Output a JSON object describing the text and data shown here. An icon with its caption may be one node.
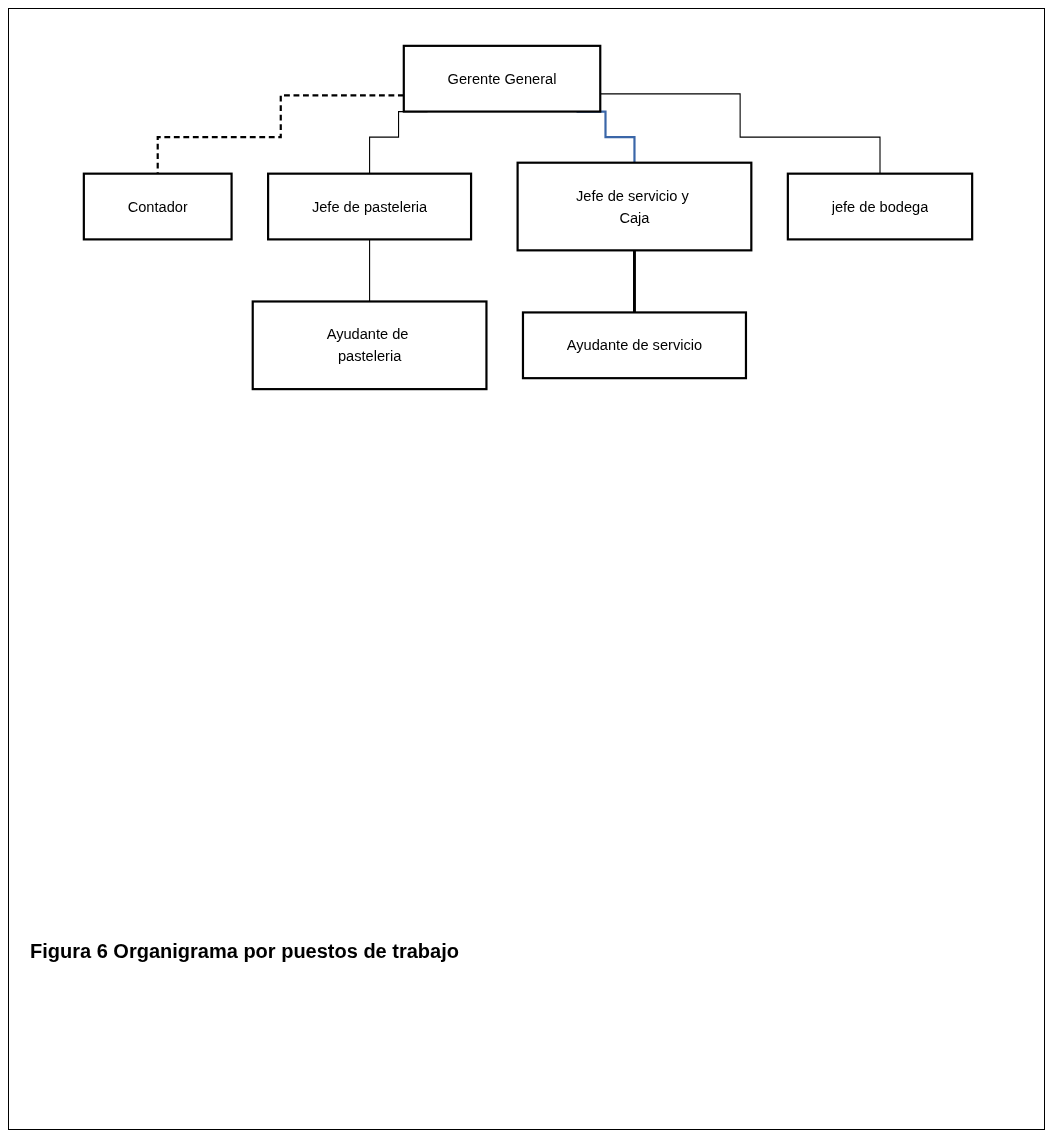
{
  "diagram": {
    "caption": "Figura 6 Organigrama por puestos de trabajo",
    "nodes": [
      {
        "text": [
          "Gerente General"
        ]
      },
      {
        "text": [
          "Contador"
        ]
      },
      {
        "text": [
          "Jefe de pasteleria"
        ]
      },
      {
        "text": [
          "Jefe de servicio y Caja"
        ]
      },
      {
        "text": [
          "jefe de bodega"
        ]
      },
      {
        "text": [
          "Ayudante de pasteleria"
        ]
      },
      {
        "text": [
          "Ayudante de servicio"
        ]
      }
    ],
    "edges": [
      {
        "from": 0,
        "to": 1,
        "arrow": "none",
        "style": "dashed"
      },
      {
        "from": 0,
        "to": 2,
        "arrow": "none"
      },
      {
        "from": 0,
        "to": 3,
        "arrow": "none",
        "color": "#3a66a8"
      },
      {
        "from": 0,
        "to": 4,
        "arrow": "none"
      },
      {
        "from": 2,
        "to": 5,
        "arrow": "none"
      },
      {
        "from": 3,
        "to": 6,
        "arrow": "none",
        "style": "thick"
      }
    ]
  }
}
